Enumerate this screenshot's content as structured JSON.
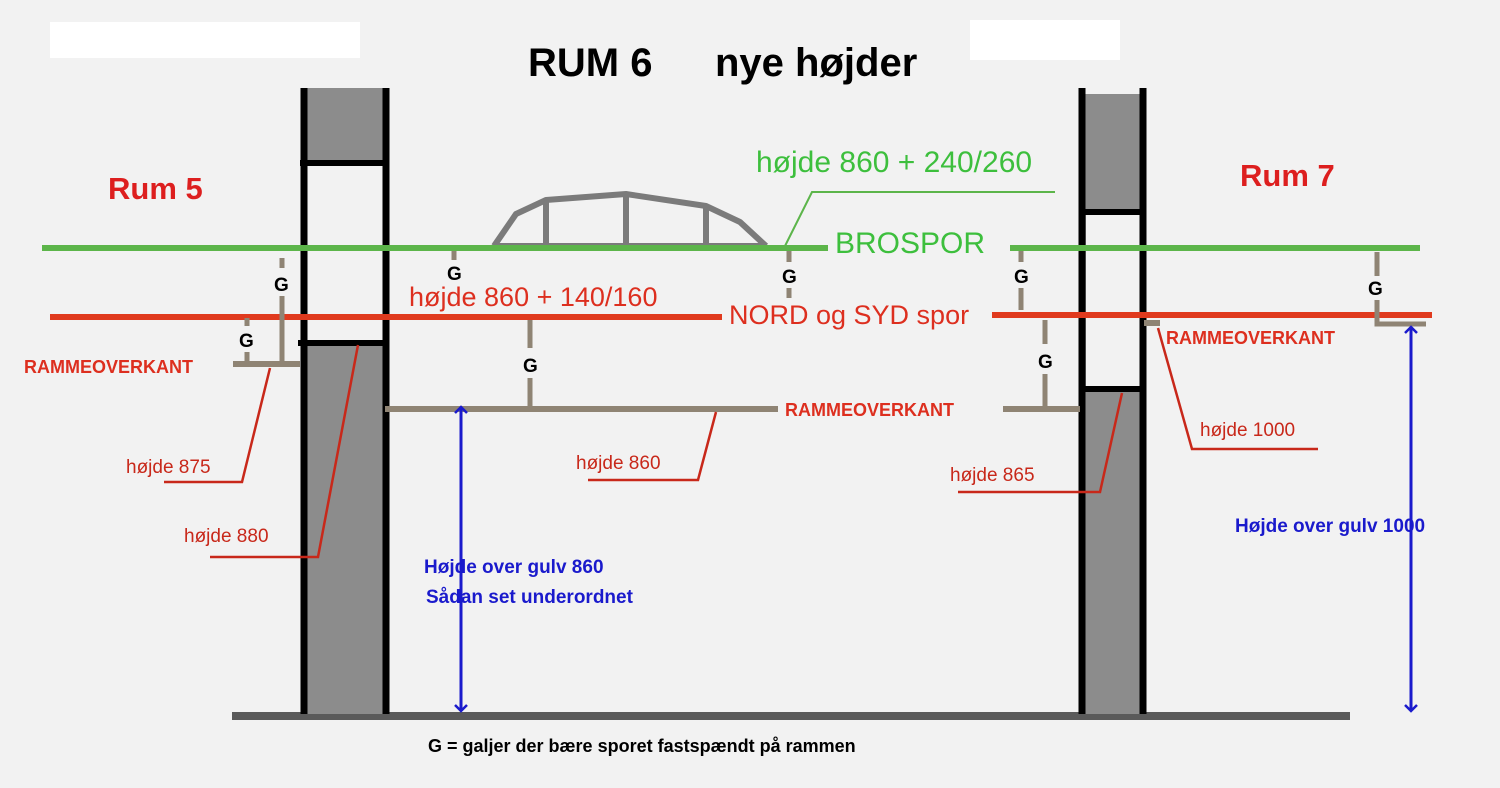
{
  "title": {
    "room": "RUM 6",
    "subtitle": "nye højder"
  },
  "rooms": {
    "left": "Rum 5",
    "right": "Rum 7"
  },
  "tracks": {
    "bridge_height": "højde 860 + 240/260",
    "bridge_name": "BROSPOR",
    "main_height": "højde 860 + 140/160",
    "main_name": "NORD og SYD spor"
  },
  "frame_labels": {
    "left": "RAMMEOVERKANT",
    "middle": "RAMMEOVERKANT",
    "right": "RAMMEOVERKANT"
  },
  "heights": {
    "h875": "højde 875",
    "h880": "højde 880",
    "h860": "højde 860",
    "h865": "højde 865",
    "h1000": "højde 1000"
  },
  "floor": {
    "middle_line1": "Højde over gulv 860",
    "middle_line2": "Sådan set underordnet",
    "right": "Højde over gulv 1000"
  },
  "g_marker": "G",
  "legend": "G = galjer der bære sporet  fastspændt på rammen",
  "colors": {
    "bridge_track": "#5cb54a",
    "main_track": "#e03a1e",
    "frame": "#8f8474",
    "pillar": "#8c8c8c",
    "arrow": "#1a1acc",
    "bridge": "#7b7b7b"
  }
}
